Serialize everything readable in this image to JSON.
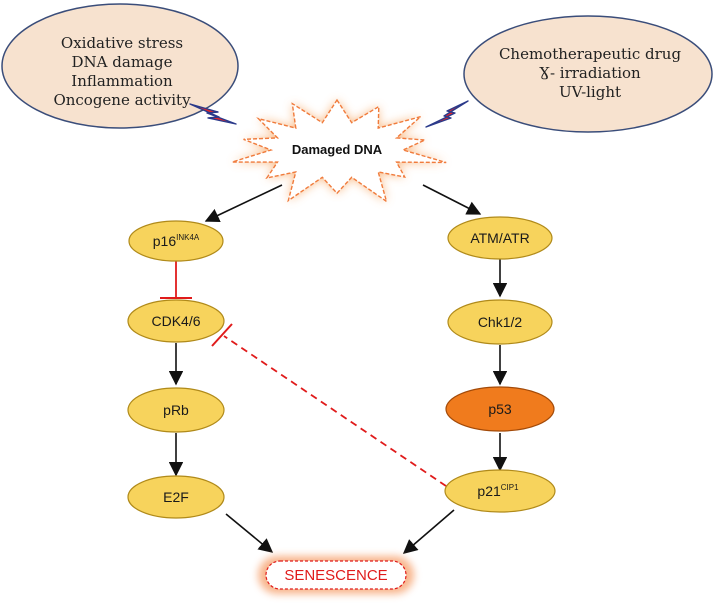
{
  "stressors_left": {
    "lines": [
      "Oxidative stress",
      "DNA damage",
      "Inflammation",
      "Oncogene activity"
    ]
  },
  "stressors_right": {
    "lines": [
      "Chemotherapeutic drug",
      "Ɣ- irradiation",
      "UV-light"
    ]
  },
  "damaged_dna": {
    "label": "Damaged DNA"
  },
  "nodes": {
    "p16": {
      "base": "p16",
      "sup": "INK4A"
    },
    "cdk46": {
      "label": "CDK4/6"
    },
    "prb": {
      "label": "pRb"
    },
    "e2f": {
      "label": "E2F"
    },
    "atm": {
      "label": "ATM/ATR"
    },
    "chk": {
      "label": "Chk1/2"
    },
    "p53": {
      "label": "p53"
    },
    "p21": {
      "base": "p21",
      "sup": "CIP1"
    }
  },
  "senescence": {
    "label": "SENESCENCE"
  },
  "colors": {
    "node_fill": "#f7d35c",
    "node_stroke": "#b08a1a",
    "p53_fill": "#f07b1d",
    "cloud_fill": "#f7e2cf",
    "cloud_stroke": "#3a4d7a",
    "inhibit": "#e01b1b",
    "burst_stroke": "#f07b3c",
    "lightning": "#e3262b"
  }
}
